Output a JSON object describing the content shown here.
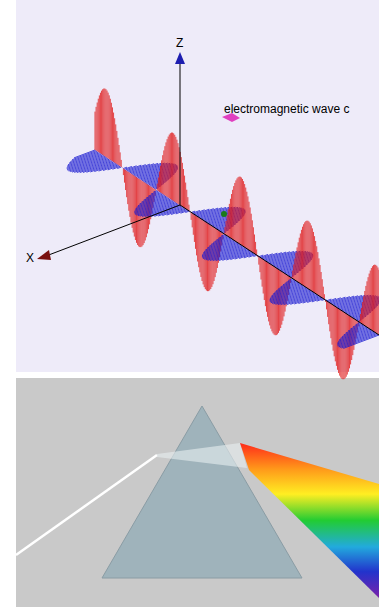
{
  "diagram": {
    "labels": [
      "Z",
      "X",
      "electromagnetic wave c"
    ]
  }
}
